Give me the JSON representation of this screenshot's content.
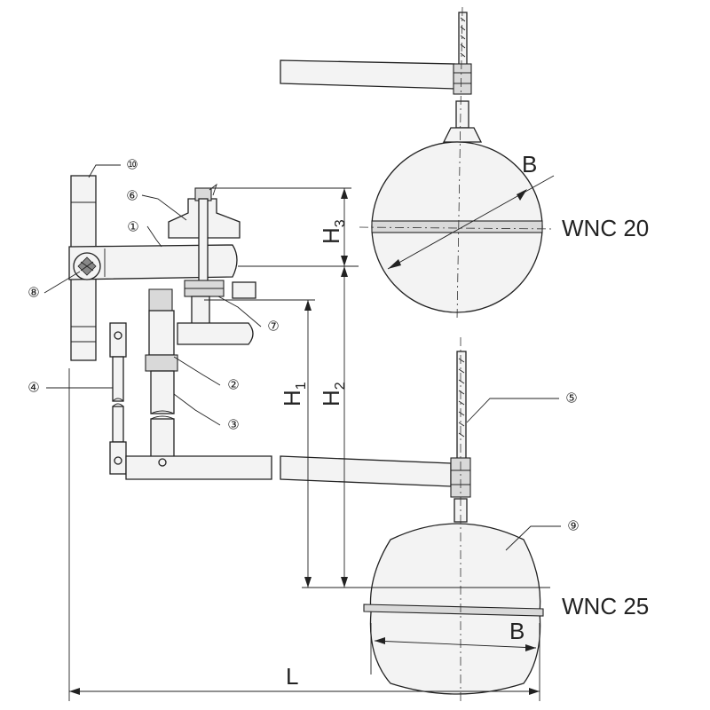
{
  "models": {
    "upper": "WNC 20",
    "lower": "WNC 25"
  },
  "dimensions": {
    "ball_diameter_upper": "B",
    "ball_diameter_lower": "B",
    "h3_main": "H",
    "h3_sub": "3",
    "h1_main": "H",
    "h1_sub": "1",
    "h2_main": "H",
    "h2_sub": "2",
    "length": "L"
  },
  "callouts": [
    {
      "id": "1",
      "glyph": "①"
    },
    {
      "id": "2",
      "glyph": "②"
    },
    {
      "id": "3",
      "glyph": "③"
    },
    {
      "id": "4",
      "glyph": "④"
    },
    {
      "id": "5",
      "glyph": "⑤"
    },
    {
      "id": "6",
      "glyph": "⑥"
    },
    {
      "id": "7",
      "glyph": "⑦"
    },
    {
      "id": "8",
      "glyph": "⑧"
    },
    {
      "id": "9",
      "glyph": "⑨"
    },
    {
      "id": "10",
      "glyph": "⑩"
    }
  ]
}
